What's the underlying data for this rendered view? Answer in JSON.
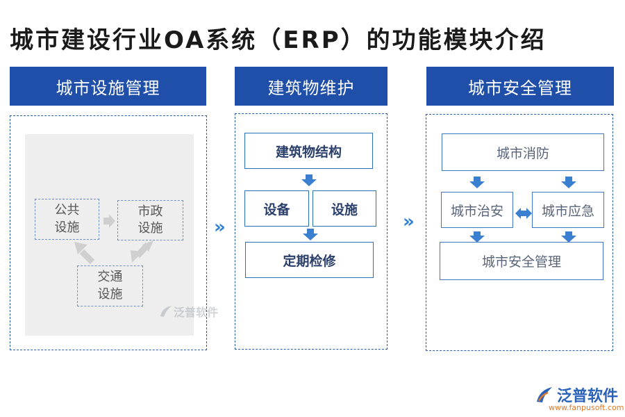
{
  "title": "城市建设行业OA系统（ERP）的功能模块介绍",
  "columns": [
    {
      "header": "城市设施管理",
      "nodes": [
        {
          "label": "公共\n设施"
        },
        {
          "label": "市政\n设施"
        },
        {
          "label": "交通\n设施"
        }
      ],
      "watermark": "泛普软件"
    },
    {
      "header": "建筑物维护",
      "nodes": [
        {
          "label": "建筑物结构"
        },
        {
          "label": "设备"
        },
        {
          "label": "设施"
        },
        {
          "label": "定期检修"
        }
      ]
    },
    {
      "header": "城市安全管理",
      "nodes": [
        {
          "label": "城市消防"
        },
        {
          "label": "城市治安"
        },
        {
          "label": "城市应急"
        },
        {
          "label": "城市安全管理"
        }
      ]
    }
  ],
  "separator": "»",
  "logo": {
    "name": "泛普软件",
    "url": "www.fanpusoft.com"
  },
  "colors": {
    "header_bg": "#1f4fa8",
    "arrow_blue": "#3b7fd0",
    "chevron": "#2f7fd6",
    "gray_arrow": "#cfcfcf"
  }
}
